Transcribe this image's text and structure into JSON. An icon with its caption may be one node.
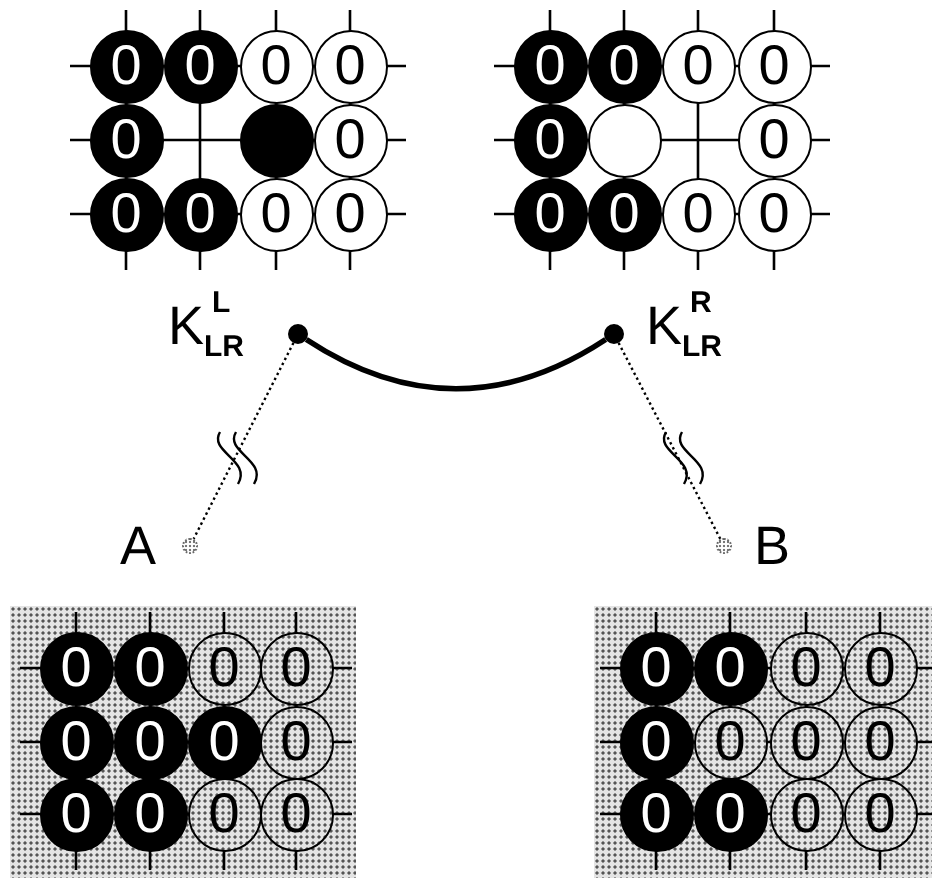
{
  "diagram": {
    "nodes": [
      {
        "text": [
          "0"
        ]
      },
      {
        "text": [
          "0"
        ]
      },
      {
        "text": [
          "0"
        ]
      },
      {
        "text": [
          "0"
        ]
      },
      {
        "text": [
          "0"
        ]
      },
      {
        "text": [],
        "shape": "circle"
      },
      {
        "text": [
          "0"
        ]
      },
      {
        "text": [
          "0"
        ]
      },
      {
        "text": [
          "0"
        ]
      },
      {
        "text": [
          "0"
        ]
      },
      {
        "text": [
          "0"
        ]
      },
      {
        "text": [
          "0"
        ]
      },
      {
        "text": [
          "0"
        ]
      },
      {
        "text": [
          "0"
        ]
      },
      {
        "text": [
          "0"
        ]
      },
      {
        "text": [
          "0"
        ]
      },
      {
        "text": [],
        "shape": "circle"
      },
      {
        "text": [
          "0"
        ]
      },
      {
        "text": [
          "0"
        ]
      },
      {
        "text": [
          "0"
        ]
      },
      {
        "text": [
          "0"
        ]
      },
      {
        "text": [
          "0"
        ]
      },
      {
        "text": [],
        "shape": "circle",
        "beside": [
          "K$_{LR}$$^{L}$"
        ]
      },
      {
        "text": [],
        "shape": "circle",
        "beside": [
          "K$_{LR}$$^{R}$"
        ]
      },
      {
        "text": [],
        "shape": "circle",
        "beside": [
          "A"
        ]
      },
      {
        "text": [],
        "shape": "circle",
        "beside": [
          "B"
        ]
      },
      {
        "text": [],
        "shape": "box"
      },
      {
        "text": [
          "0"
        ],
        "in": 26
      },
      {
        "text": [
          "0"
        ],
        "in": 26
      },
      {
        "text": [
          "0"
        ],
        "in": 26
      },
      {
        "text": [
          "0"
        ],
        "in": 26
      },
      {
        "text": [
          "0"
        ],
        "in": 26
      },
      {
        "text": [
          "0"
        ],
        "in": 26
      },
      {
        "text": [
          "0"
        ],
        "in": 26
      },
      {
        "text": [
          "0"
        ],
        "in": 26
      },
      {
        "text": [
          "0"
        ],
        "in": 26
      },
      {
        "text": [
          "0"
        ],
        "in": 26
      },
      {
        "text": [
          "0"
        ],
        "in": 26
      },
      {
        "text": [
          "0"
        ],
        "in": 26
      },
      {
        "text": [],
        "shape": "box"
      },
      {
        "text": [
          "0"
        ],
        "in": 39
      },
      {
        "text": [
          "0"
        ],
        "in": 39
      },
      {
        "text": [
          "0"
        ],
        "in": 39
      },
      {
        "text": [
          "0"
        ],
        "in": 39
      },
      {
        "text": [
          "0"
        ],
        "in": 39
      },
      {
        "text": [
          "0"
        ],
        "in": 39
      },
      {
        "text": [
          "0"
        ],
        "in": 39
      },
      {
        "text": [
          "0"
        ],
        "in": 39
      },
      {
        "text": [
          "0"
        ],
        "in": 39
      },
      {
        "text": [
          "0"
        ],
        "in": 39
      },
      {
        "text": [
          "0"
        ],
        "in": 39
      },
      {
        "text": [
          "0"
        ],
        "in": 39
      }
    ],
    "edges": [
      {
        "from": 22,
        "to": 23,
        "arrow": "none",
        "style": "thick"
      },
      {
        "from": 22,
        "to": 24,
        "arrow": "none",
        "style": "dashed"
      },
      {
        "from": 23,
        "to": 25,
        "arrow": "none",
        "style": "dashed"
      }
    ]
  }
}
